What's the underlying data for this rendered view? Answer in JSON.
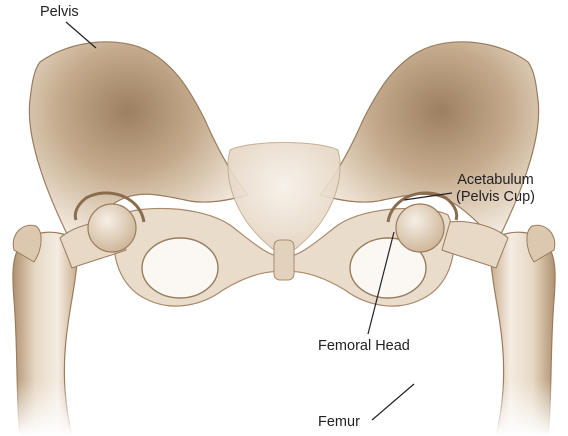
{
  "labels": {
    "pelvis": "Pelvis",
    "acetabulum_line1": "Acetabulum",
    "acetabulum_line2": "(Pelvis Cup)",
    "femoral_head": "Femoral Head",
    "femur": "Femur"
  },
  "colors": {
    "bone_light": "#efe6da",
    "bone_mid": "#d9c6ad",
    "bone_dark": "#a88a6a",
    "outline": "#9a7c5e",
    "leader": "#222222"
  }
}
